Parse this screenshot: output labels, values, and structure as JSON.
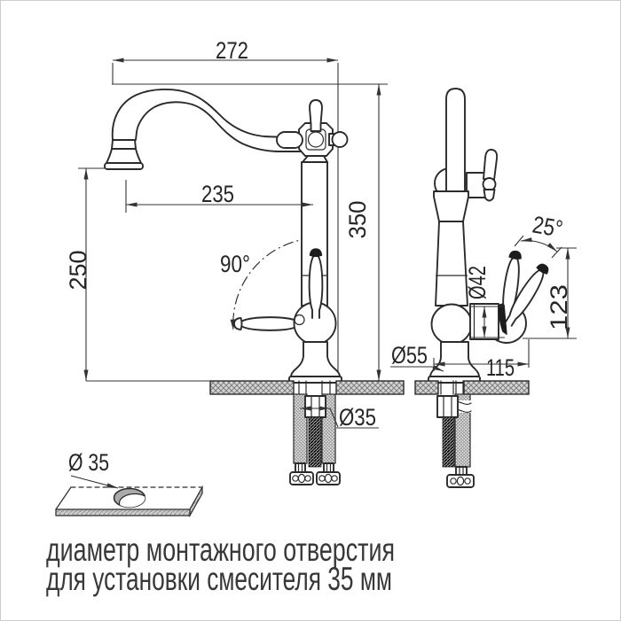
{
  "labels": {
    "spout_overall_width": "272",
    "spout_reach": "235",
    "spout_outlet_height": "250",
    "overall_height": "350",
    "spout_swivel_angle": "90°",
    "handle_tilt_angle": "25°",
    "body_diameter": "Ø42",
    "handle_height": "123",
    "base_diameter": "Ø55",
    "base_reach": "115",
    "tail_diameter": "Ø35",
    "hole_diameter": "Ø 35"
  },
  "caption": {
    "line1": "диаметр монтажного отверстия",
    "line2": "для установки смесителя 35 мм"
  },
  "colors": {
    "line": "#2b2b2b",
    "background": "#ffffff",
    "hatch_gray": "#d6d6d6"
  }
}
